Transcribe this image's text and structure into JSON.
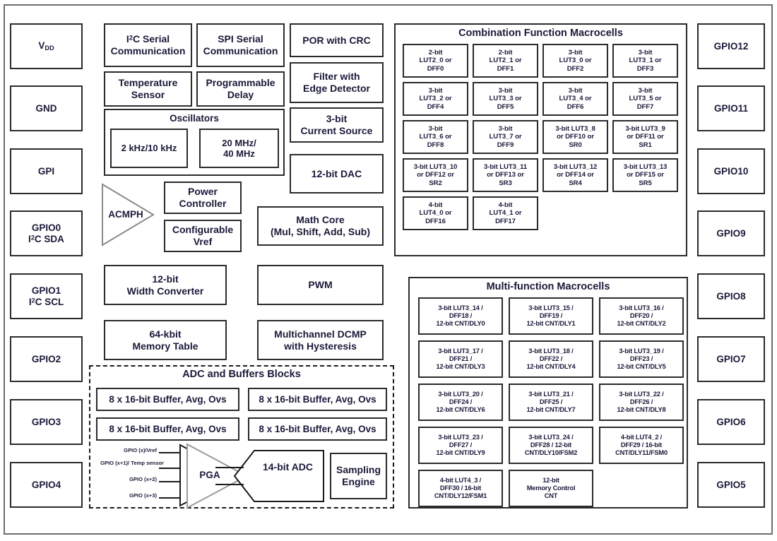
{
  "diagram": {
    "title": "GreenPAK mixed-signal device block diagram",
    "accent_text_color": "#1a1a3a",
    "border_color": "#2b2b2b"
  },
  "left_pins": [
    {
      "name": "pin-vdd",
      "lines": [
        "VDD"
      ]
    },
    {
      "name": "pin-gnd",
      "lines": [
        "GND"
      ]
    },
    {
      "name": "pin-gpi",
      "lines": [
        "GPI"
      ]
    },
    {
      "name": "pin-gpio0",
      "lines": [
        "GPIO0",
        "I2C SDA"
      ]
    },
    {
      "name": "pin-gpio1",
      "lines": [
        "GPIO1",
        "I2C SCL"
      ]
    },
    {
      "name": "pin-gpio2",
      "lines": [
        "GPIO2"
      ]
    },
    {
      "name": "pin-gpio3",
      "lines": [
        "GPIO3"
      ]
    },
    {
      "name": "pin-gpio4",
      "lines": [
        "GPIO4"
      ]
    }
  ],
  "right_pins": [
    {
      "name": "pin-gpio12",
      "label": "GPIO12"
    },
    {
      "name": "pin-gpio11",
      "label": "GPIO11"
    },
    {
      "name": "pin-gpio10",
      "label": "GPIO10"
    },
    {
      "name": "pin-gpio9",
      "label": "GPIO9"
    },
    {
      "name": "pin-gpio8",
      "label": "GPIO8"
    },
    {
      "name": "pin-gpio7",
      "label": "GPIO7"
    },
    {
      "name": "pin-gpio6",
      "label": "GPIO6"
    },
    {
      "name": "pin-gpio5",
      "label": "GPIO5"
    }
  ],
  "core_blocks": {
    "i2c_serial": [
      "I2C Serial",
      "Communication"
    ],
    "spi_serial": [
      "SPI Serial",
      "Communication"
    ],
    "por_crc": [
      "POR with CRC"
    ],
    "temperature_sensor": [
      "Temperature",
      "Sensor"
    ],
    "programmable_delay": [
      "Programmable",
      "Delay"
    ],
    "filter_edge_detector": [
      "Filter with",
      "Edge Detector"
    ],
    "current_source": [
      "3-bit",
      "Current Source"
    ],
    "dac": [
      "12-bit DAC"
    ],
    "oscillators_title": "Oscillators",
    "osc_low": [
      "2 kHz/10 kHz"
    ],
    "osc_high": [
      "20 MHz/",
      "40 MHz"
    ],
    "acmph": "ACMPH",
    "power_controller": [
      "Power",
      "Controller"
    ],
    "configurable_vref": [
      "Configurable",
      "Vref"
    ],
    "math_core": [
      "Math Core",
      "(Mul, Shift, Add, Sub)"
    ],
    "width_converter": [
      "12-bit",
      "Width Converter"
    ],
    "pwm": [
      "PWM"
    ],
    "memory_table": [
      "64-kbit",
      "Memory Table"
    ],
    "dcmp": [
      "Multichannel DCMP",
      "with Hysteresis"
    ]
  },
  "adc_block": {
    "title": "ADC and Buffers Blocks",
    "buffers": [
      "8 x 16-bit Buffer, Avg, Ovs",
      "8 x 16-bit Buffer, Avg, Ovs",
      "8 x 16-bit Buffer, Avg, Ovs",
      "8 x 16-bit Buffer, Avg, Ovs"
    ],
    "mux_inputs": [
      [
        "GPIO (x)/Vref"
      ],
      [
        "GPIO (x+1)/",
        "Temp sensor"
      ],
      [
        "GPIO (x+2)"
      ],
      [
        "GPIO (x+3)"
      ]
    ],
    "pga": "PGA",
    "adc": [
      "14-bit",
      "ADC"
    ],
    "sampling_engine": [
      "Sampling",
      "Engine"
    ]
  },
  "combination_macrocells": {
    "title": "Combination Function Macrocells",
    "cells": [
      [
        "2-bit",
        "LUT2_0 or",
        "DFF0"
      ],
      [
        "2-bit",
        "LUT2_1 or",
        "DFF1"
      ],
      [
        "3-bit",
        "LUT3_0 or",
        "DFF2"
      ],
      [
        "3-bit",
        "LUT3_1 or",
        "DFF3"
      ],
      [
        "3-bit",
        "LUT3_2 or",
        "DFF4"
      ],
      [
        "3-bit",
        "LUT3_3 or",
        "DFF5"
      ],
      [
        "3-bit",
        "LUT3_4 or",
        "DFF6"
      ],
      [
        "3-bit",
        "LUT3_5 or",
        "DFF7"
      ],
      [
        "3-bit",
        "LUT3_6 or",
        "DFF8"
      ],
      [
        "3-bit",
        "LUT3_7 or",
        "DFF9"
      ],
      [
        "3-bit LUT3_8",
        "or DFF10 or",
        "SR0"
      ],
      [
        "3-bit LUT3_9",
        "or DFF11 or",
        "SR1"
      ],
      [
        "3-bit LUT3_10",
        "or DFF12 or",
        "SR2"
      ],
      [
        "3-bit LUT3_11",
        "or DFF13 or",
        "SR3"
      ],
      [
        "3-bit LUT3_12",
        "or DFF14 or",
        "SR4"
      ],
      [
        "3-bit LUT3_13",
        "or DFF15 or",
        "SR5"
      ],
      [
        "4-bit",
        "LUT4_0 or",
        "DFF16"
      ],
      [
        "4-bit",
        "LUT4_1 or",
        "DFF17"
      ]
    ]
  },
  "multifunction_macrocells": {
    "title": "Multi-function Macrocells",
    "cells": [
      [
        "3-bit LUT3_14 /",
        "DFF18 /",
        "12-bit CNT/DLY0"
      ],
      [
        "3-bit LUT3_15 /",
        "DFF19 /",
        "12-bit CNT/DLY1"
      ],
      [
        "3-bit LUT3_16 /",
        "DFF20 /",
        "12-bit CNT/DLY2"
      ],
      [
        "3-bit LUT3_17 /",
        "DFF21 /",
        "12-bit CNT/DLY3"
      ],
      [
        "3-bit LUT3_18 /",
        "DFF22 /",
        "12-bit CNT/DLY4"
      ],
      [
        "3-bit LUT3_19 /",
        "DFF23 /",
        "12-bit CNT/DLY5"
      ],
      [
        "3-bit LUT3_20 /",
        "DFF24 /",
        "12-bit CNT/DLY6"
      ],
      [
        "3-bit LUT3_21 /",
        "DFF25 /",
        "12-bit CNT/DLY7"
      ],
      [
        "3-bit LUT3_22 /",
        "DFF26 /",
        "12-bit CNT/DLY8"
      ],
      [
        "3-bit LUT3_23 /",
        "DFF27 /",
        "12-bit CNT/DLY9"
      ],
      [
        "3-bit LUT3_24 /",
        "DFF28 / 12-bit",
        "CNT/DLY10/FSM2"
      ],
      [
        "4-bit LUT4_2 /",
        "DFF29 / 16-bit",
        "CNT/DLY11/FSM0"
      ],
      [
        "4-bit LUT4_3 /",
        "DFF30 / 16-bit",
        "CNT/DLY12/FSM1"
      ],
      [
        "12-bit",
        "Memory Control",
        "CNT"
      ]
    ]
  }
}
